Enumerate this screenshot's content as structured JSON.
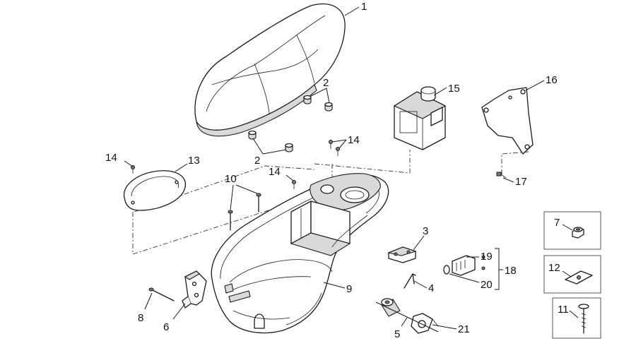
{
  "callouts": {
    "c1": "1",
    "c2a": "2",
    "c2b": "2",
    "c3": "3",
    "c4": "4",
    "c5": "5",
    "c6": "6",
    "c7": "7",
    "c8": "8",
    "c9": "9",
    "c10": "10",
    "c11": "11",
    "c12": "12",
    "c13": "13",
    "c14a": "14",
    "c14b": "14",
    "c14c": "14",
    "c15": "15",
    "c16": "16",
    "c17": "17",
    "c18": "18",
    "c19": "19",
    "c20": "20",
    "c21": "21"
  }
}
